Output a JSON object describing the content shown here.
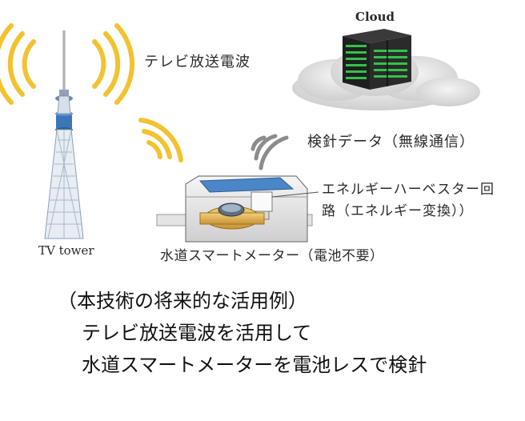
{
  "labels": {
    "cloud": "Cloud",
    "tv_wave": "テレビ放送電波",
    "meter_data": "検針データ（無線通信）",
    "harvester_line1": "エネルギーハーベスター回",
    "harvester_line2": "路（エネルギー変換））",
    "tv_tower": "TV tower",
    "water_meter": "水道スマートメーター（電池不要）"
  },
  "caption": {
    "line1": "（本技術の将来的な活用例）",
    "line2": "テレビ放送電波を活用して",
    "line3": "水道スマートメーターを電池レスで検針"
  },
  "colors": {
    "wave_yellow": "#f2c230",
    "wave_gray": "#8c8c8c",
    "tower_blue": "#3b76b8",
    "meter_brass": "#e1b55a",
    "meter_panel": "#4a86c8",
    "server_green": "#33c24a"
  }
}
